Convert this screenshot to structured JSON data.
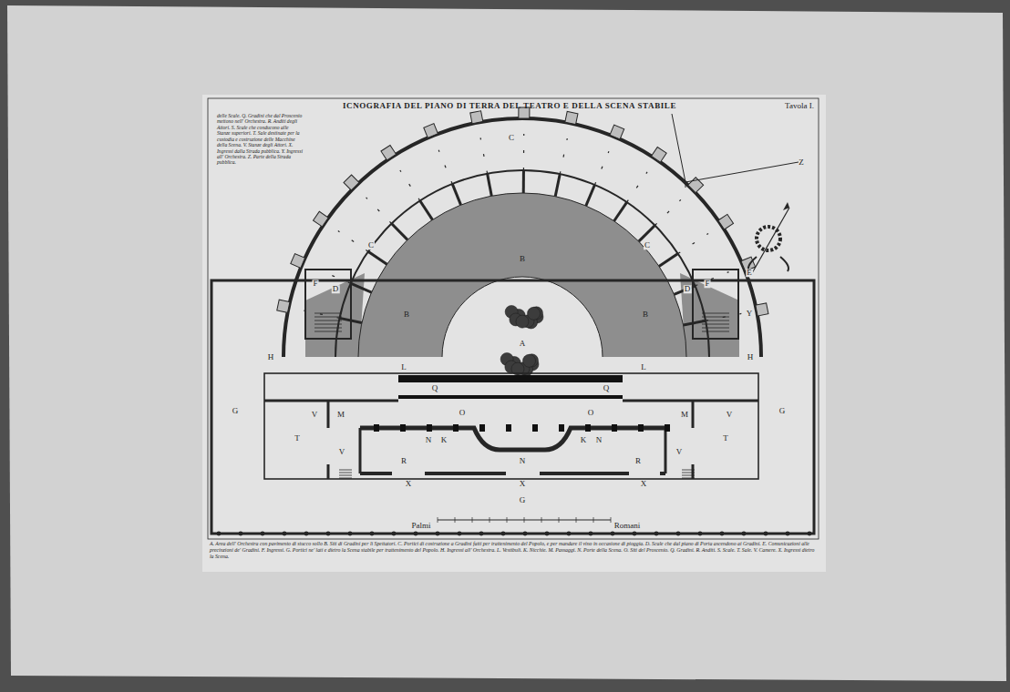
{
  "diagram": {
    "title": "ICNOGRAFIA DEL PIANO DI TERRA DEL TEATRO E DELLA SCENA STABILE",
    "caption": "A. Area dell' Orchestra con pavimento di stucco sollo B. Siti di Gradini per li Spettatori. C. Portici di costruzione a Gradini fatti per trattenimento del Popolo, e per mandare il vino in occasione di pioggia. D. Scale che dal piano di Porta ascendono ai Gradini. E. Comunicazioni alle precinzioni de' Gradini. F. Ingressi. G. Portici ne' lati e dietro la Scena stabile per trattenimento del Popolo. H. Ingressi all' Orchestra. L. Vestibuli. K. Nicchie. M. Passaggi. N. Porte della Scena. O. Siti del Proscenio. Q. Gradini. R. Anditi. S. Scale. T. Sale. V. Camere. X. Ingressi dietro la Scena.",
    "labels": [
      "Tavola I.",
      "delle Scale. Q. Gradini che dal Proscenio mettono nell' Orchestra. R. Anditi degli Attori. S. Scale che conducono alle Stanze superiori. T. Sale destinate per la custodia e costruzione delle Macchine della Scena. V. Stanze degli Attori. X. Ingressi dalla Strada pubblica. Y. Ingressi all' Orchestra. Z. Parte della Strada pubblica.",
      "C",
      "Z",
      "C",
      "C",
      "B",
      "E",
      "F",
      "D",
      "D",
      "F",
      "Y",
      "B",
      "B",
      "A",
      "H",
      "H",
      "L",
      "L",
      "Q",
      "Q",
      "G",
      "G",
      "V",
      "M",
      "O",
      "O",
      "M",
      "V",
      "T",
      "T",
      "N",
      "K",
      "K",
      "N",
      "V",
      "V",
      "R",
      "N",
      "R",
      "X",
      "X",
      "X",
      "G",
      "Palmi",
      "Romani"
    ]
  }
}
